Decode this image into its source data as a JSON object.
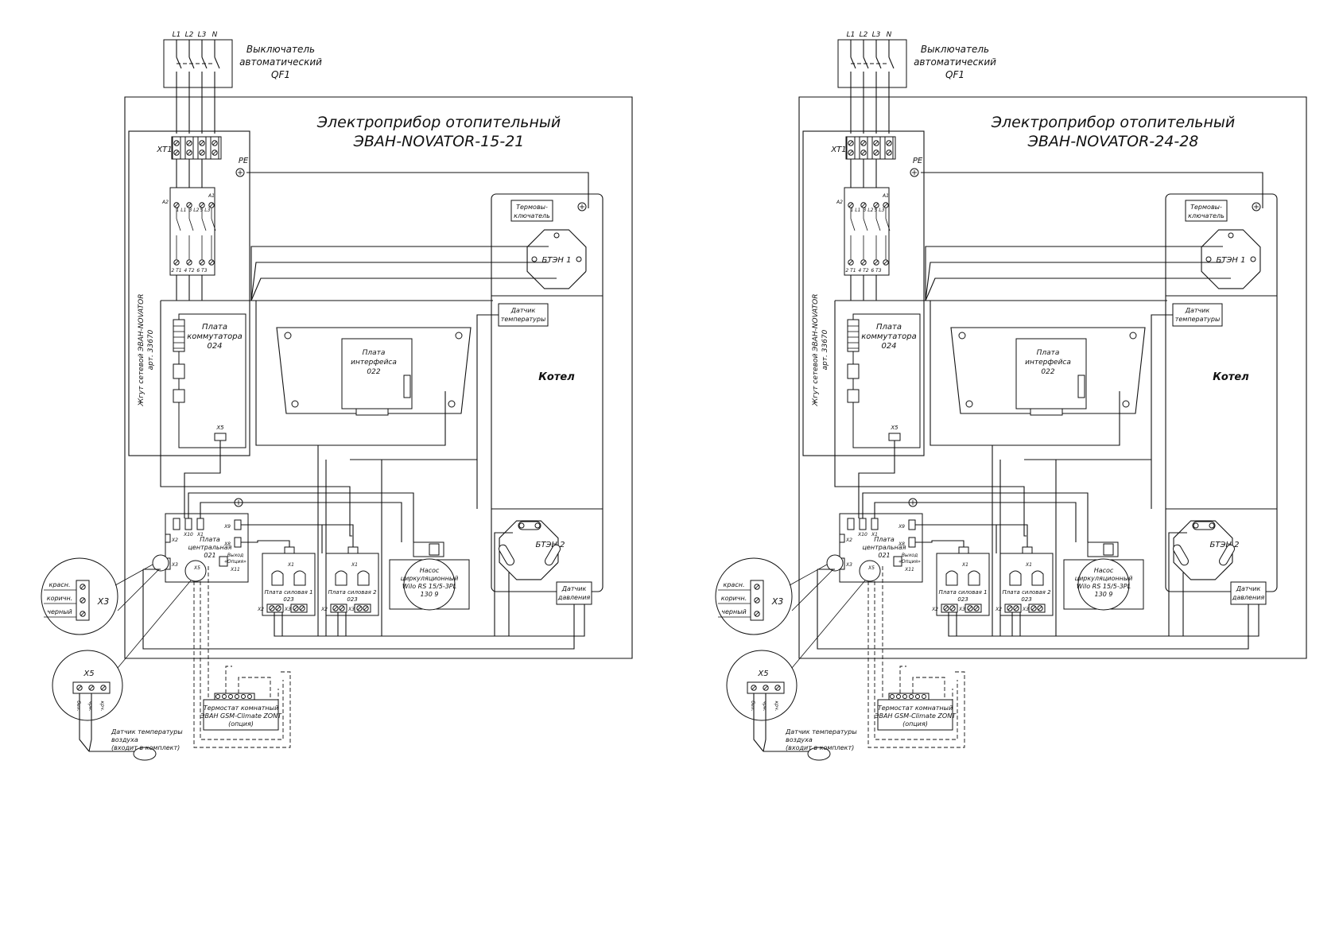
{
  "diagrams": [
    {
      "supply_terminals": [
        "L1",
        "L2",
        "L3",
        "N"
      ],
      "breaker_label": [
        "Выключатель",
        "автоматический",
        "QF1"
      ],
      "title_line1": "Электроприбор отопительный",
      "title_line2": "ЭВАН-NOVATOR-15-21",
      "terminal_block": "XT1",
      "pe_label": "PE",
      "contactor_top": [
        "A2",
        "1 L1",
        "3 L2",
        "5 L3",
        "A1"
      ],
      "contactor_bottom": [
        "2 T1",
        "4 T2",
        "6 T3"
      ],
      "harness": [
        "Жгут сетевой ЭВАН-NOVATOR",
        "арт. 33670"
      ],
      "switch_board": [
        "Плата",
        "коммутатора",
        "024"
      ],
      "x5_conn": "X5",
      "interface_board": [
        "Плата",
        "интерфейса",
        "022"
      ],
      "thermal_switch": [
        "Термовы-",
        "ключатель"
      ],
      "heater1": "БТЭН 1",
      "heater2": "БТЭН 2",
      "temp_sensor": [
        "Датчик",
        "температуры"
      ],
      "boiler": "Котел",
      "central_board": [
        "Плата",
        "центральная",
        "021"
      ],
      "cb_conns": [
        "X10",
        "X1",
        "X9",
        "X8",
        "X2",
        "X3",
        "X5",
        "X11"
      ],
      "option_out": [
        "Выход",
        "«Опция»"
      ],
      "power_board1": [
        "Плата силовая 1",
        "023"
      ],
      "power_board2": [
        "Плата силовая 2",
        "023"
      ],
      "pb_conns": [
        "X1",
        "X2",
        "X3"
      ],
      "pump": [
        "Насос",
        "циркуляционный",
        "Wilo RS 15/5-3PL",
        "130 9"
      ],
      "pressure_sensor": [
        "Датчик",
        "давления"
      ],
      "x3_wires": [
        "красн.",
        "коричн.",
        "черный"
      ],
      "x3_label": "X3",
      "x5_label": "X5",
      "x5_wires": [
        "бел.",
        "чрн.",
        "крч."
      ],
      "air_sensor": [
        "Датчик температуры",
        "воздуха",
        "(входит в комплект)"
      ],
      "thermostat": [
        "Термостат комнатный",
        "ЭВАН GSM-Climate ZONT",
        "(опция)"
      ]
    },
    {
      "supply_terminals": [
        "L1",
        "L2",
        "L3",
        "N"
      ],
      "breaker_label": [
        "Выключатель",
        "автоматический",
        "QF1"
      ],
      "title_line1": "Электроприбор отопительный",
      "title_line2": "ЭВАН-NOVATOR-24-28",
      "terminal_block": "XT1",
      "pe_label": "PE",
      "contactor_top": [
        "A2",
        "1 L1",
        "3 L2",
        "5 L3",
        "A1"
      ],
      "contactor_bottom": [
        "2 T1",
        "4 T2",
        "6 T3"
      ],
      "harness": [
        "Жгут сетевой ЭВАН-NOVATOR",
        "арт. 33670"
      ],
      "switch_board": [
        "Плата",
        "коммутатора",
        "024"
      ],
      "x5_conn": "X5",
      "interface_board": [
        "Плата",
        "интерфейса",
        "022"
      ],
      "thermal_switch": [
        "Термовы-",
        "ключатель"
      ],
      "heater1": "БТЭН 1",
      "heater2": "БТЭН 2",
      "temp_sensor": [
        "Датчик",
        "температуры"
      ],
      "boiler": "Котел",
      "central_board": [
        "Плата",
        "центральная",
        "021"
      ],
      "cb_conns": [
        "X10",
        "X1",
        "X9",
        "X8",
        "X2",
        "X3",
        "X5",
        "X11"
      ],
      "option_out": [
        "Выход",
        "«Опция»"
      ],
      "power_board1": [
        "Плата силовая 1",
        "023"
      ],
      "power_board2": [
        "Плата силовая 2",
        "023"
      ],
      "pb_conns": [
        "X1",
        "X2",
        "X3"
      ],
      "pump": [
        "Насос",
        "циркуляционный",
        "Wilo RS 15/5-3PL",
        "130 9"
      ],
      "pressure_sensor": [
        "Датчик",
        "давления"
      ],
      "x3_wires": [
        "красн.",
        "коричн.",
        "черный"
      ],
      "x3_label": "X3",
      "x5_label": "X5",
      "x5_wires": [
        "бел.",
        "чрн.",
        "крч."
      ],
      "air_sensor": [
        "Датчик температуры",
        "воздуха",
        "(входит в комплект)"
      ],
      "thermostat": [
        "Термостат комнатный",
        "ЭВАН GSM-Climate ZONT",
        "(опция)"
      ]
    }
  ]
}
